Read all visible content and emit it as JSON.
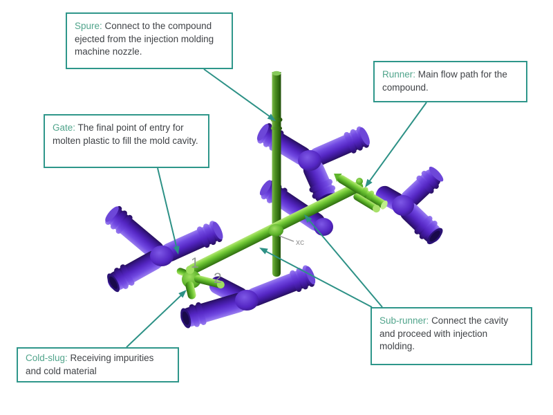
{
  "figure": {
    "type": "annotated-3d-diagram",
    "subject": "Injection molding runner system with cavities (3D CAD view)",
    "colors": {
      "accent_teal": "#2e968a",
      "callout_title": "#50a48b",
      "callout_text": "#3f4246",
      "cavity_purple": "#5527c4",
      "runner_green": "#5fb52c",
      "sprue_green": "#3d7d19",
      "annotation_gray": "#8e9490"
    }
  },
  "callouts": {
    "spure": {
      "title": "Spure:",
      "text": "Connect to the compound ejected from the injection molding machine nozzle."
    },
    "runner": {
      "title": "Runner:",
      "text": "Main flow path for the compound."
    },
    "gate": {
      "title": "Gate:",
      "text": "The final point of entry for molten plastic to fill the mold cavity."
    },
    "subrunner": {
      "title": "Sub-runner:",
      "text": "Connect the cavity and proceed with injection molding."
    },
    "coldslug": {
      "title": "Cold-slug:",
      "text": "Receiving impurities and cold material"
    }
  },
  "model_labels": {
    "gate1": "1",
    "gate2": "2",
    "origin": "xc"
  }
}
